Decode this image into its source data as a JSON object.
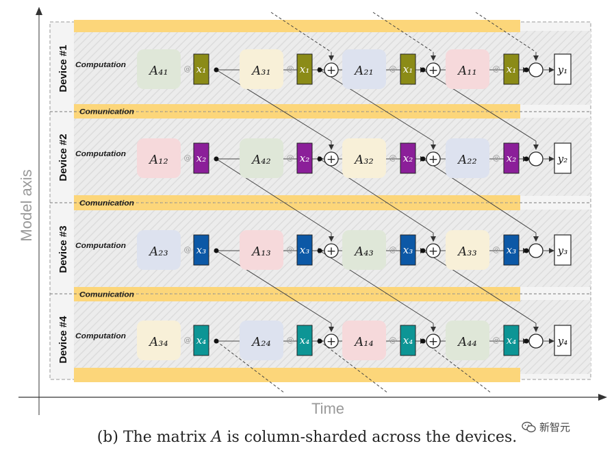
{
  "axes": {
    "model_axis_label": "Model axis",
    "time_label": "Time"
  },
  "labels": {
    "computation": "Computation",
    "communication": "Comunication"
  },
  "caption": {
    "prefix": "(b)  The matrix ",
    "math": "A",
    "suffix": " is column-sharded across the devices."
  },
  "watermark": {
    "text": "新智元",
    "icon": "wechat-logo-icon"
  },
  "operators": {
    "matmul": "@",
    "add": "+"
  },
  "colors": {
    "communication_band": "#fcd67a",
    "band_background": "#ebebeb",
    "x_device1": "#8b8b17",
    "x_device2": "#8b1f99",
    "x_device3": "#0c58a6",
    "x_device4": "#0d9595",
    "A_green": "#dfe7d8",
    "A_yellow": "#f8f0d8",
    "A_blue": "#dde2ef",
    "A_pink": "#f6d9db"
  },
  "devices": [
    {
      "label": "Device #1",
      "x_label": "x₁",
      "y_label": "y₁",
      "x_color": "#8b8b17",
      "blocks": [
        {
          "label": "A₄₁",
          "fill": "#dfe7d8"
        },
        {
          "label": "A₃₁",
          "fill": "#f8f0d8"
        },
        {
          "label": "A₂₁",
          "fill": "#dde2ef"
        },
        {
          "label": "A₁₁",
          "fill": "#f6d9db"
        }
      ]
    },
    {
      "label": "Device #2",
      "x_label": "x₂",
      "y_label": "y₂",
      "x_color": "#8b1f99",
      "blocks": [
        {
          "label": "A₁₂",
          "fill": "#f6d9db"
        },
        {
          "label": "A₄₂",
          "fill": "#dfe7d8"
        },
        {
          "label": "A₃₂",
          "fill": "#f8f0d8"
        },
        {
          "label": "A₂₂",
          "fill": "#dde2ef"
        }
      ]
    },
    {
      "label": "Device #3",
      "x_label": "x₃",
      "y_label": "y₃",
      "x_color": "#0c58a6",
      "blocks": [
        {
          "label": "A₂₃",
          "fill": "#dde2ef"
        },
        {
          "label": "A₁₃",
          "fill": "#f6d9db"
        },
        {
          "label": "A₄₃",
          "fill": "#dfe7d8"
        },
        {
          "label": "A₃₃",
          "fill": "#f8f0d8"
        }
      ]
    },
    {
      "label": "Device #4",
      "x_label": "x₄",
      "y_label": "y₄",
      "x_color": "#0d9595",
      "blocks": [
        {
          "label": "A₃₄",
          "fill": "#f8f0d8"
        },
        {
          "label": "A₂₄",
          "fill": "#dde2ef"
        },
        {
          "label": "A₁₄",
          "fill": "#f6d9db"
        },
        {
          "label": "A₄₄",
          "fill": "#dfe7d8"
        }
      ]
    }
  ]
}
